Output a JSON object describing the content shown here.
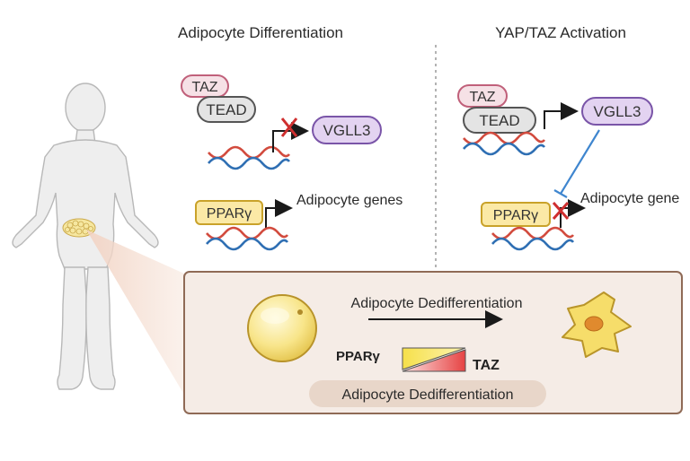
{
  "left_panel": {
    "title": "Adipocyte Differentiation",
    "taz": "TAZ",
    "tead": "TEAD",
    "vgll3": "VGLL3",
    "ppar": "PPARγ",
    "genes": "Adipocyte genes"
  },
  "right_panel": {
    "title": "YAP/TAZ Activation",
    "taz": "TAZ",
    "tead": "TEAD",
    "vgll3": "VGLL3",
    "ppar": "PPARγ",
    "genes": "Adipocyte gene"
  },
  "bottom_box": {
    "arrow_label": "Adipocyte Dedifferentiation",
    "ppar_label": "PPARγ",
    "taz_label": "TAZ",
    "caption": "Adipocyte Dedifferentiation"
  },
  "colors": {
    "taz_fill": "#f6e1e6",
    "taz_stroke": "#c0607a",
    "tead_fill": "#e4e4e4",
    "vgll3_fill": "#e3d3f1",
    "vgll3_stroke": "#7a55a8",
    "ppar_fill": "#fbe9a6",
    "ppar_stroke": "#c9a22a",
    "dna_red": "#d24b3e",
    "dna_blue": "#2f6fb3",
    "box_fill": "#f5ece6",
    "box_stroke": "#8f6a56",
    "inhibit_line": "#3f86cf",
    "cross": "#cf2f2f"
  }
}
